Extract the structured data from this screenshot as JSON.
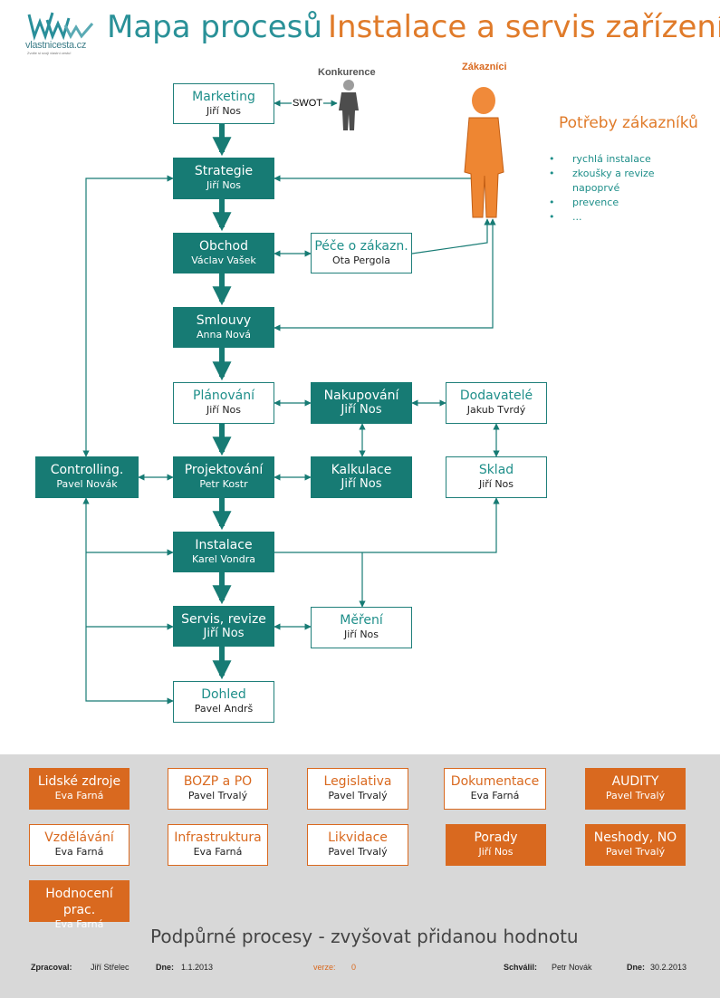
{
  "logo": {
    "text": "vlastnicesta.cz",
    "tagline": "Zvolte si svoji vlastní cestu!"
  },
  "header": {
    "title": "Mapa procesů",
    "subtitle": "Instalace a servis zařízení"
  },
  "labels": {
    "konkurence": "Konkurence",
    "zakaznici": "Zákazníci",
    "swot": "SWOT"
  },
  "needs": {
    "title": "Potřeby zákazníků",
    "items": [
      "rychlá instalace",
      "zkoušky a revize napoprvé",
      "prevence",
      "..."
    ]
  },
  "processes": {
    "marketing": {
      "title": "Marketing",
      "person": "Jiří Nos"
    },
    "strategie": {
      "title": "Strategie",
      "person": "Jiří Nos"
    },
    "obchod": {
      "title": "Obchod",
      "person": "Václav Vašek"
    },
    "pece": {
      "title": "Péče o zákazn.",
      "person": "Ota Pergola"
    },
    "smlouvy": {
      "title": "Smlouvy",
      "person": "Anna Nová"
    },
    "planovani": {
      "title": "Plánování",
      "person": "Jiří Nos"
    },
    "nakupovani": {
      "title": "Nakupování",
      "person": "Jiří Nos"
    },
    "dodavatele": {
      "title": "Dodavatelé",
      "person": "Jakub Tvrdý"
    },
    "controlling": {
      "title": "Controlling.",
      "person": "Pavel Novák"
    },
    "projektovani": {
      "title": "Projektování",
      "person": "Petr Kostr"
    },
    "kalkulace": {
      "title": "Kalkulace",
      "person": "Jiří Nos"
    },
    "sklad": {
      "title": "Sklad",
      "person": "Jiří Nos"
    },
    "instalace": {
      "title": "Instalace",
      "person": "Karel Vondra"
    },
    "servis": {
      "title": "Servis, revize",
      "person": "Jiří Nos"
    },
    "mereni": {
      "title": "Měření",
      "person": "Jiří Nos"
    },
    "dohled": {
      "title": "Dohled",
      "person": "Pavel Andrš"
    }
  },
  "support": {
    "title": "Podpůrné procesy - zvyšovat přidanou hodnotu",
    "items": [
      {
        "title": "Lidské zdroje",
        "person": "Eva Farná"
      },
      {
        "title": "BOZP a PO",
        "person": "Pavel Trvalý"
      },
      {
        "title": "Legislativa",
        "person": "Pavel Trvalý"
      },
      {
        "title": "Dokumentace",
        "person": "Eva Farná"
      },
      {
        "title": "AUDITY",
        "person": "Pavel Trvalý"
      },
      {
        "title": "Vzdělávání",
        "person": "Eva Farná"
      },
      {
        "title": "Infrastruktura",
        "person": "Eva Farná"
      },
      {
        "title": "Likvidace",
        "person": "Pavel Trvalý"
      },
      {
        "title": "Porady",
        "person": "Jiří Nos"
      },
      {
        "title": "Neshody, NO",
        "person": "Pavel Trvalý"
      },
      {
        "title": "Hodnocení prac.",
        "person": "Eva Farná"
      }
    ]
  },
  "footer": {
    "zpracoval_label": "Zpracoval:",
    "zpracoval": "Jiří Střelec",
    "dne1_label": "Dne:",
    "dne1": "1.1.2013",
    "verze_label": "verze:",
    "verze": "0",
    "schvalil_label": "Schválil:",
    "schvalil": "Petr Novák",
    "dne2_label": "Dne:",
    "dne2": "30.2.2013"
  },
  "colors": {
    "teal": "#177b74",
    "orange": "#d9691f",
    "support_bg": "#d8d8d8"
  }
}
